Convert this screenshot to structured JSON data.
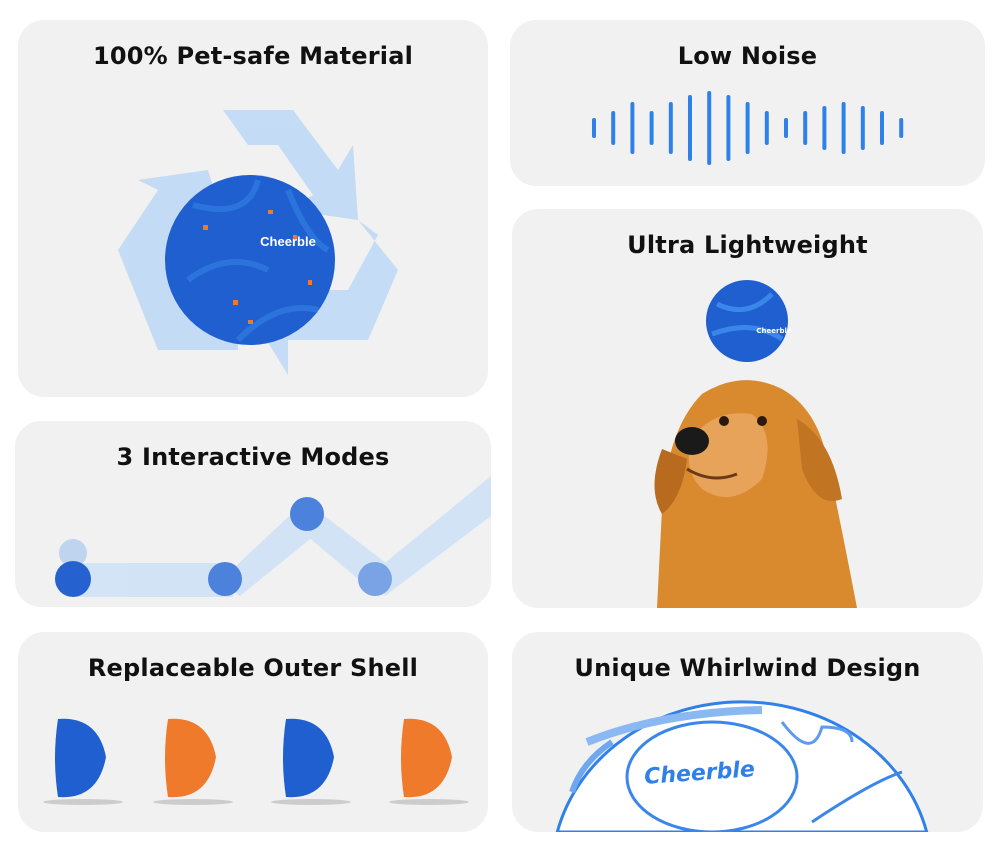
{
  "brand": "Cheerble",
  "colors": {
    "card_bg": "#f1f1f1",
    "accent_blue": "#2f80e8",
    "ball_blue": "#1f5fd0",
    "ball_orange": "#f07a2a"
  },
  "cards": [
    {
      "title": "100% Pet-safe Material",
      "icon": "recycle-icon"
    },
    {
      "title": "Low Noise",
      "icon": "sound-wave-icon"
    },
    {
      "title": "Ultra Lightweight",
      "icon": "dog-with-ball"
    },
    {
      "title": "3 Interactive Modes",
      "icon": "ball-motion-path"
    },
    {
      "title": "Replaceable Outer Shell",
      "icon": "shell-halves",
      "shell_colors": [
        "blue",
        "orange",
        "blue",
        "orange"
      ]
    },
    {
      "title": "Unique Whirlwind Design",
      "icon": "whirlwind-ball-outline"
    }
  ]
}
